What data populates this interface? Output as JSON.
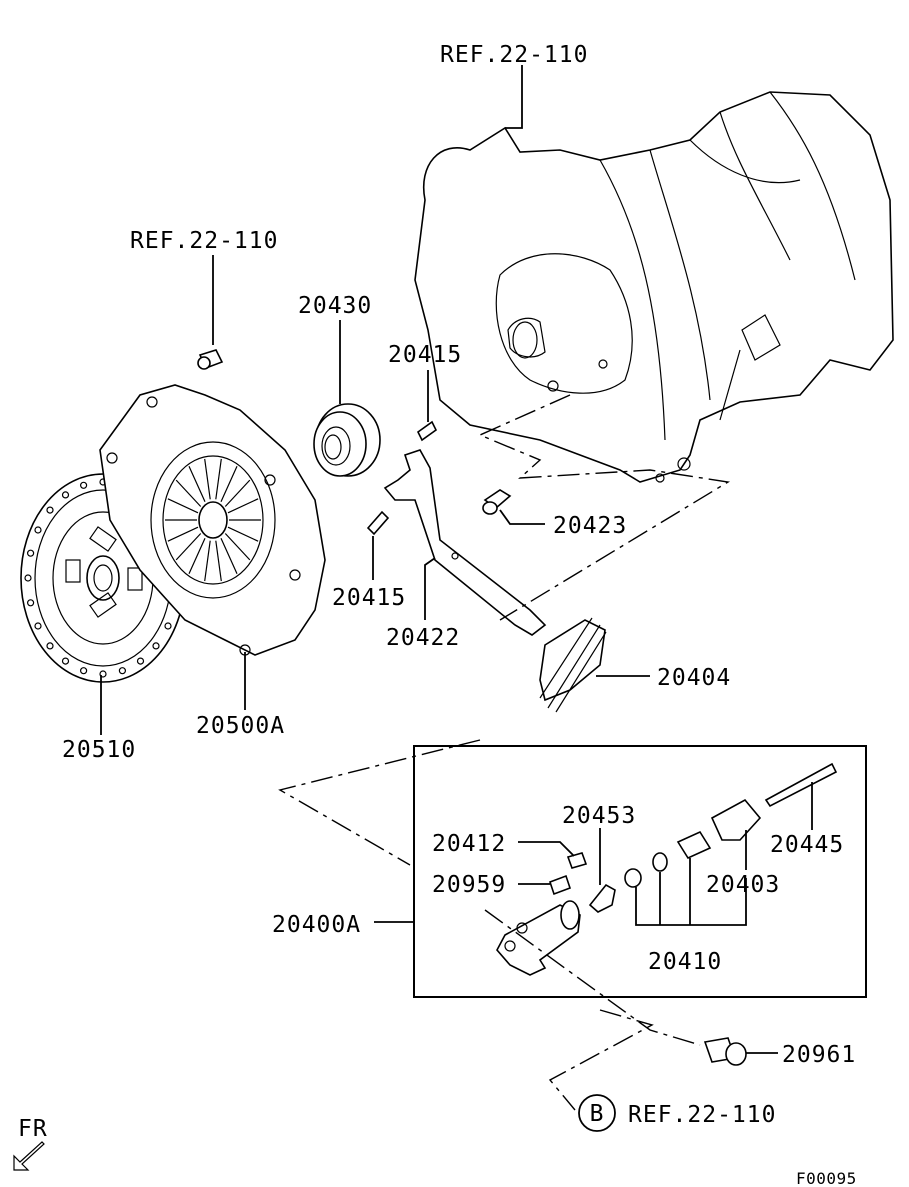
{
  "references": {
    "ref_top": "REF.22-110",
    "ref_left": "REF.22-110",
    "ref_bottom": "REF.22-110",
    "ref_bottom_circle": "B"
  },
  "parts": {
    "p20430": "20430",
    "p20415_top": "20415",
    "p20415_bottom": "20415",
    "p20423": "20423",
    "p20422": "20422",
    "p20404": "20404",
    "p20510": "20510",
    "p20500A": "20500A",
    "p20453": "20453",
    "p20412": "20412",
    "p20959": "20959",
    "p20445": "20445",
    "p20403": "20403",
    "p20400A": "20400A",
    "p20410": "20410",
    "p20961": "20961"
  },
  "footer": {
    "direction": "FR",
    "figure_code": "F00095"
  }
}
